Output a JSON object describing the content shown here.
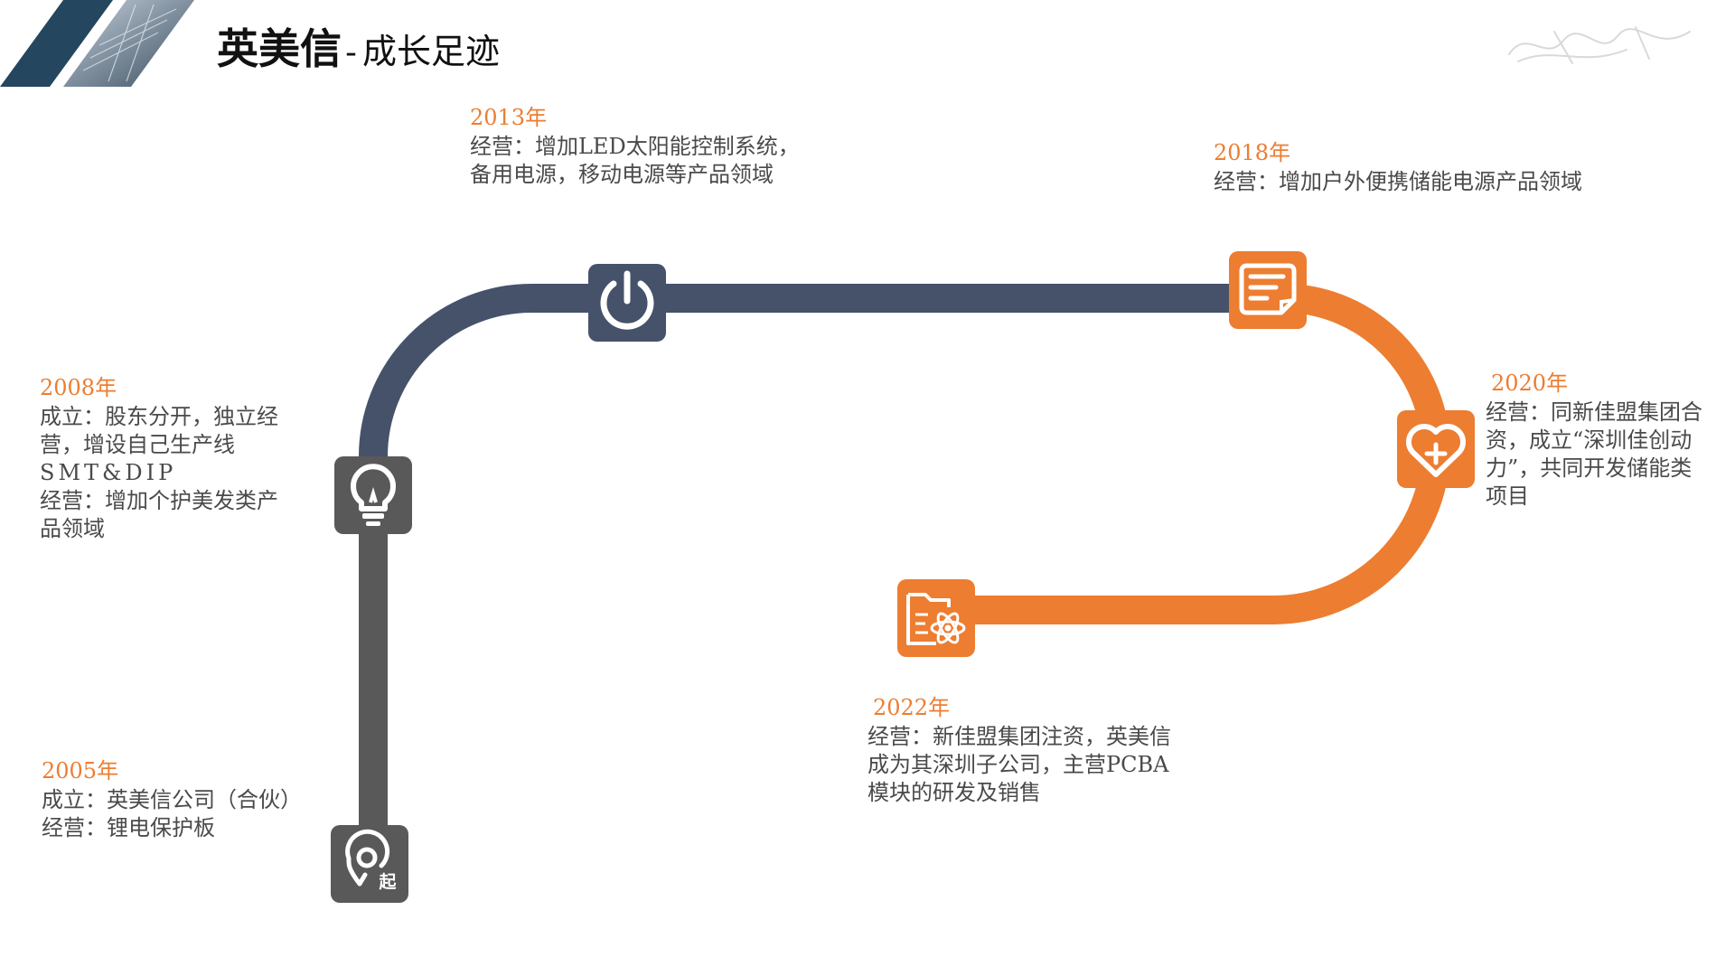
{
  "header": {
    "title": "英美信",
    "separator": "-",
    "subtitle": "成长足迹"
  },
  "colors": {
    "accent": "#ED7D31",
    "navy": "#45526A",
    "gray": "#595959",
    "banner_dark": "#24465E"
  },
  "milestones": [
    {
      "year": "2005年",
      "lines": [
        "成立：英美信公司（合伙）",
        "经营：锂电保护板"
      ],
      "icon": "location-pin-start-icon",
      "icon_text": "起"
    },
    {
      "year": "2008年",
      "lines": [
        "成立：股东分开，独立经",
        "营，增设自己生产线",
        "SMT&DIP",
        "经营：增加个护美发类产",
        "品领域"
      ],
      "icon": "lightbulb-icon"
    },
    {
      "year": "2013年",
      "lines": [
        "经营：增加LED太阳能控制系统，",
        "备用电源，移动电源等产品领域"
      ],
      "icon": "power-icon"
    },
    {
      "year": "2018年",
      "lines": [
        "经营：增加户外便携储能电源产品领域"
      ],
      "icon": "document-note-icon"
    },
    {
      "year": "2020年",
      "lines": [
        "经营：同新佳盟集团合",
        "资，成立“深圳佳创动",
        "力”，共同开发储能类",
        "项目"
      ],
      "icon": "heart-plus-icon"
    },
    {
      "year": "2022年",
      "lines": [
        "经营：新佳盟集团注资，英美信",
        "成为其深圳子公司，主营PCBA",
        "模块的研发及销售"
      ],
      "icon": "folder-atom-icon"
    }
  ]
}
